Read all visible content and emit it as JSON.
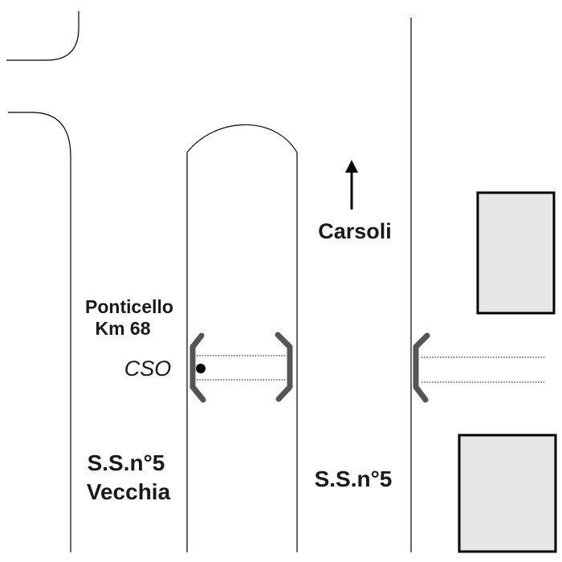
{
  "labels": {
    "direction": "Carsoli",
    "bridge_name": "Ponticello",
    "bridge_km": "Km 68",
    "cso": "CSO",
    "old_road_line1": "S.S.n°5",
    "old_road_line2": "Vecchia",
    "new_road": "S.S.n°5"
  },
  "colors": {
    "road_lines": "#000000",
    "brackets": "#555555",
    "buildings_fill": "#e6e6e6",
    "buildings_stroke": "#000000"
  },
  "icons": {
    "direction_arrow": "arrow-up-icon",
    "cso_marker": "dot-icon"
  }
}
